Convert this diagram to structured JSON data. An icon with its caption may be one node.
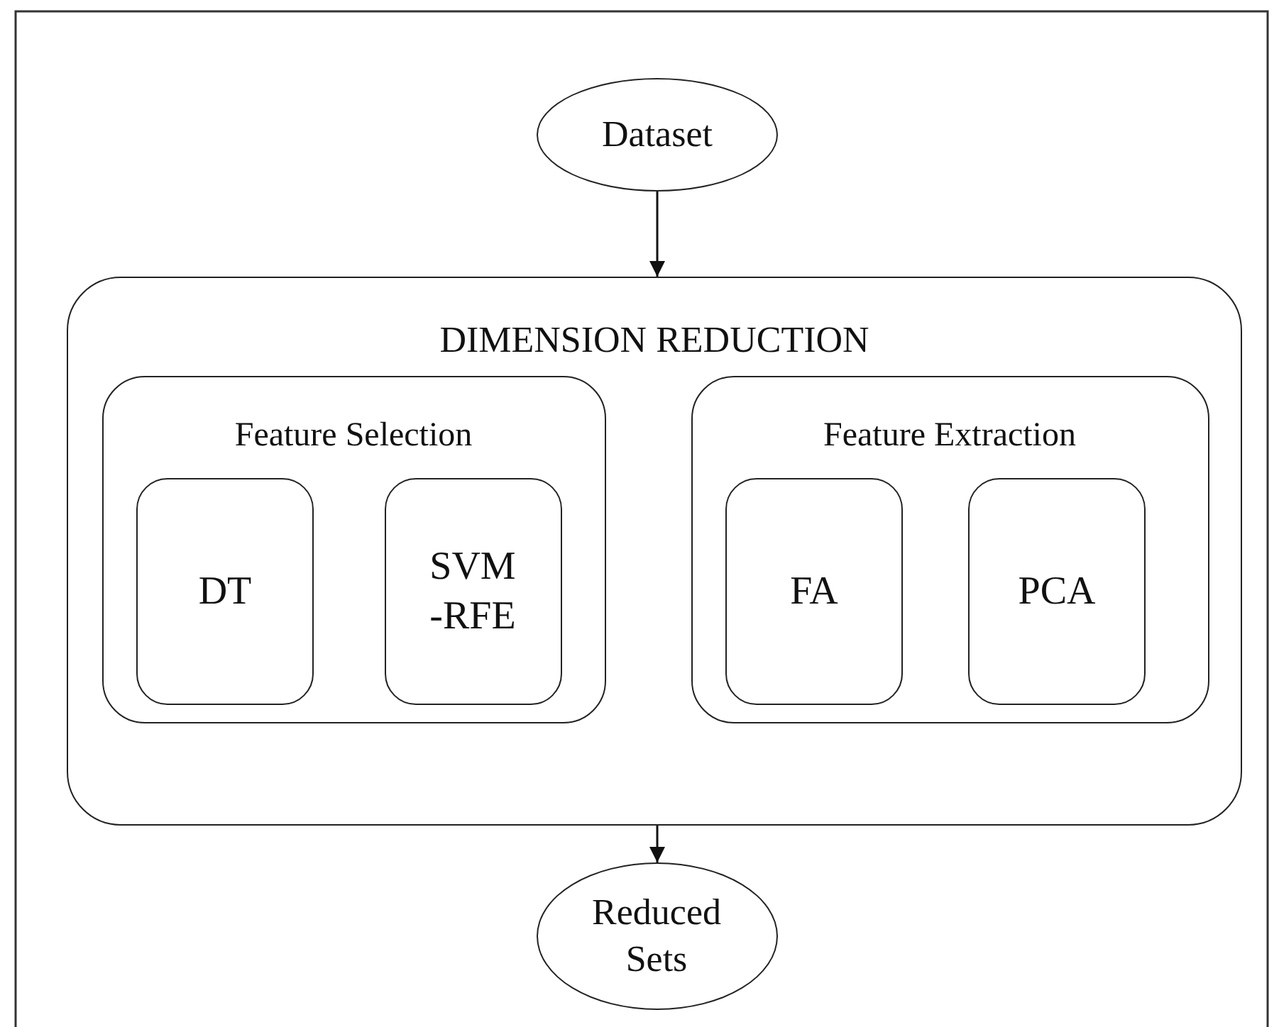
{
  "diagram": {
    "nodes": [
      {
        "text": [
          "Dataset"
        ]
      },
      {
        "text": [
          "DIMENSION REDUCTION"
        ]
      },
      {
        "text": [
          "Feature Selection"
        ],
        "in": 1
      },
      {
        "text": [
          "DT"
        ],
        "in": 2
      },
      {
        "text": [
          "SVM -RFE"
        ],
        "in": 2
      },
      {
        "text": [
          "Feature Extraction"
        ],
        "in": 1
      },
      {
        "text": [
          "FA"
        ],
        "in": 5
      },
      {
        "text": [
          "PCA"
        ],
        "in": 5
      },
      {
        "text": [
          "Reduced Sets"
        ]
      }
    ],
    "edges": [
      {
        "from": 0,
        "to": 1,
        "arrow": "to"
      },
      {
        "from": 1,
        "to": 8,
        "arrow": "to"
      }
    ]
  }
}
